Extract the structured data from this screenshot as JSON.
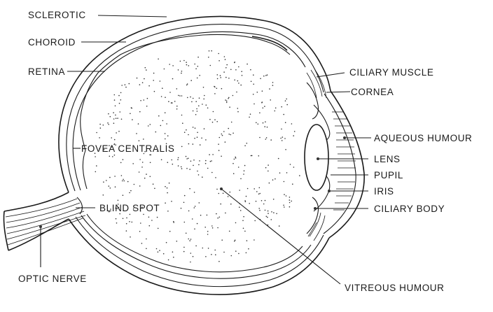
{
  "labels": {
    "sclerotic": "SCLEROTIC",
    "choroid": "CHOROID",
    "retina": "RETINA",
    "fovea": "FOVEA CENTRALIS",
    "blind_spot": "BLIND SPOT",
    "optic_nerve": "OPTIC NERVE",
    "ciliary_muscle": "CILIARY MUSCLE",
    "cornea": "CORNEA",
    "aqueous_humour": "AQUEOUS HUMOUR",
    "lens": "LENS",
    "pupil": "PUPIL",
    "iris": "IRIS",
    "ciliary_body": "CILIARY BODY",
    "vitreous_humour": "VITREOUS HUMOUR"
  },
  "colors": {
    "ink": "#1a1a1a",
    "background": "#ffffff"
  }
}
